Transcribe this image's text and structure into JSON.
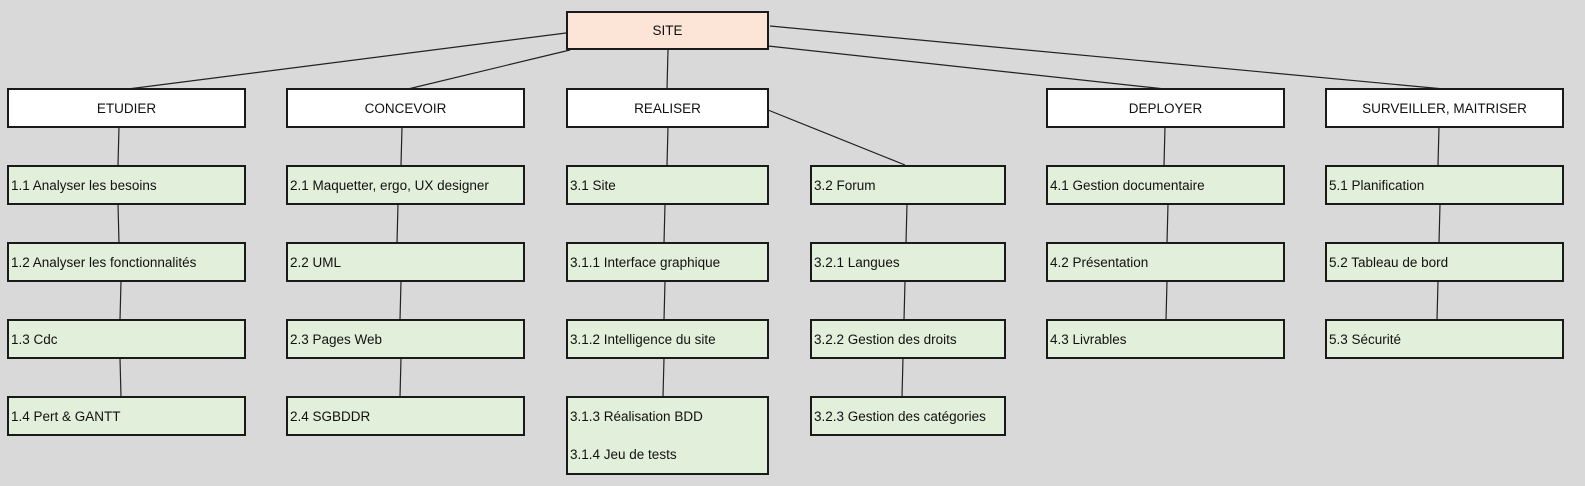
{
  "root": {
    "label": "SITE"
  },
  "phases": [
    {
      "label": "ETUDIER",
      "tasks": [
        "1.1 Analyser les besoins",
        "1.2 Analyser les fonctionnalités",
        "1.3 Cdc",
        "1.4 Pert & GANTT"
      ]
    },
    {
      "label": "CONCEVOIR",
      "tasks": [
        "2.1 Maquetter, ergo, UX designer",
        "2.2 UML",
        "2.3 Pages Web",
        "2.4 SGBDDR"
      ]
    },
    {
      "label": "REALISER",
      "tasks": [
        "3.1 Site",
        "3.1.1 Interface graphique",
        "3.1.2 Intelligence du site",
        "3.1.3 Réalisation BDD",
        "3.1.4 Jeu de tests"
      ]
    },
    {
      "label": "",
      "tasks": [
        "3.2 Forum",
        "3.2.1 Langues",
        "3.2.2 Gestion des droits",
        "3.2.3 Gestion des catégories"
      ]
    },
    {
      "label": "DEPLOYER",
      "tasks": [
        "4.1 Gestion documentaire",
        "4.2 Présentation",
        "4.3 Livrables"
      ]
    },
    {
      "label": "SURVEILLER, MAITRISER",
      "tasks": [
        "5.1 Planification",
        "5.2 Tableau de bord",
        "5.3 Sécurité"
      ]
    }
  ],
  "colors": {
    "root_fill": "#fce4d6",
    "phase_fill": "#ffffff",
    "task_fill": "#e2efda",
    "background": "#d9d9d9"
  }
}
